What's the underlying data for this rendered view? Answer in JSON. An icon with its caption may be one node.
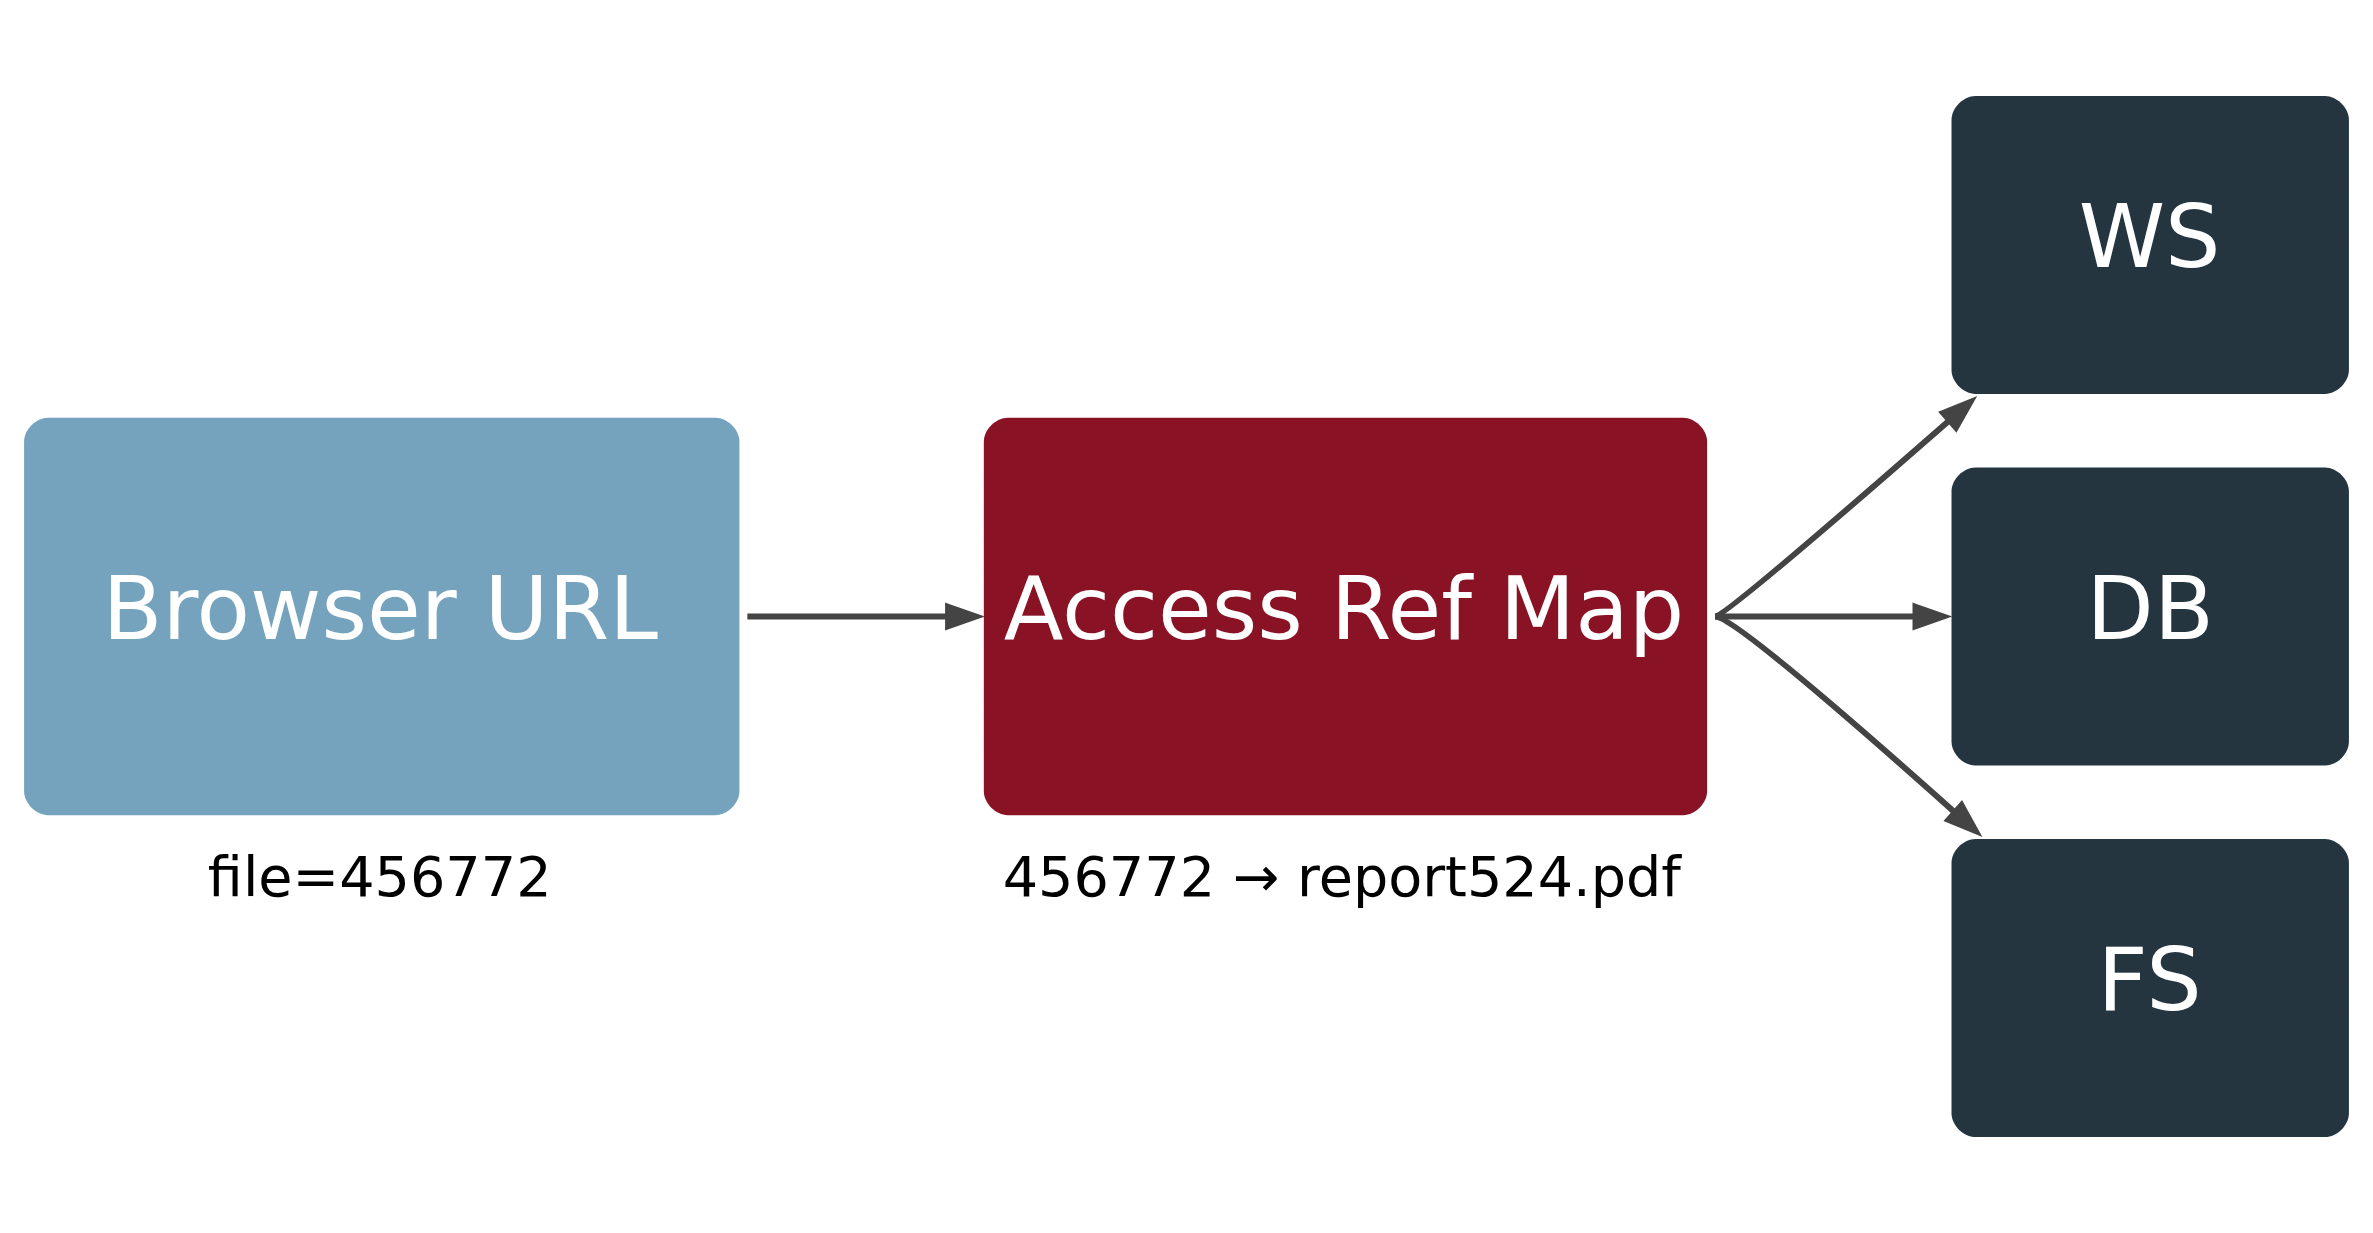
{
  "diagram": {
    "nodes": [
      {
        "text": [
          "Browser URL"
        ],
        "beside": [
          "file=456772"
        ]
      },
      {
        "text": [
          "Access Ref Map"
        ],
        "beside": [
          "456772 → report524.pdf"
        ]
      },
      {
        "text": [
          "WS"
        ]
      },
      {
        "text": [
          "DB"
        ]
      },
      {
        "text": [
          "FS"
        ]
      }
    ],
    "edges": [
      {
        "from": 0,
        "to": 1,
        "arrow": "to"
      },
      {
        "from": 1,
        "to": 2,
        "arrow": "to"
      },
      {
        "from": 1,
        "to": 3,
        "arrow": "to"
      },
      {
        "from": 1,
        "to": 4,
        "arrow": "to"
      }
    ]
  }
}
